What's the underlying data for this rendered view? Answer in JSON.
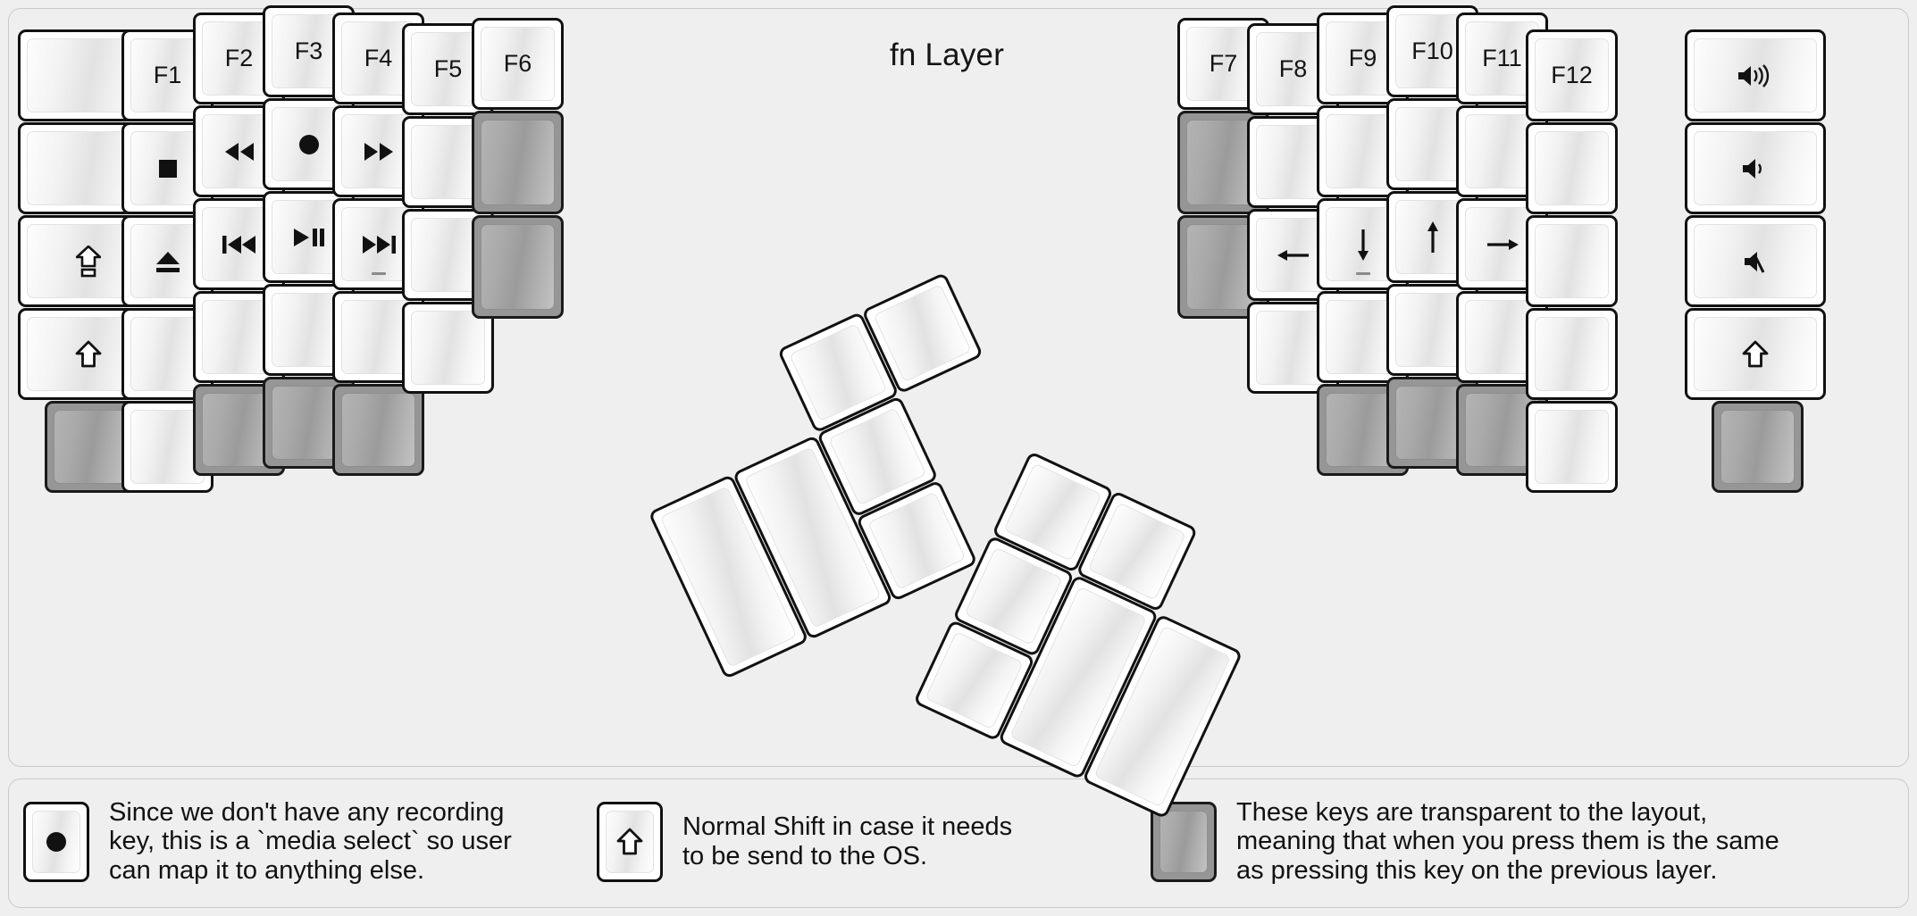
{
  "title": "fn Layer",
  "colors": {
    "background": "#efefef",
    "key_border": "#111111",
    "key_face_light": "#ffffff",
    "key_face_shade": "#e2e2e2",
    "transparent_key": "#969696",
    "text": "#141414"
  },
  "left_half": {
    "columns": [
      {
        "name": "col-outer-left",
        "keys": [
          {
            "label": "",
            "icon": "blank",
            "transparent": false
          },
          {
            "label": "",
            "icon": "blank",
            "transparent": false
          },
          {
            "label": "",
            "icon": "caps-lock",
            "transparent": false
          },
          {
            "label": "",
            "icon": "shift",
            "transparent": false
          },
          {
            "label": "",
            "icon": "blank",
            "transparent": true
          }
        ]
      },
      {
        "name": "col-pinky",
        "keys": [
          {
            "label": "F1",
            "icon": "text",
            "transparent": false
          },
          {
            "label": "",
            "icon": "media-stop",
            "transparent": false
          },
          {
            "label": "",
            "icon": "eject",
            "transparent": false
          },
          {
            "label": "",
            "icon": "blank",
            "transparent": false
          },
          {
            "label": "",
            "icon": "blank",
            "transparent": false
          }
        ]
      },
      {
        "name": "col-ring",
        "keys": [
          {
            "label": "F2",
            "icon": "text",
            "transparent": false
          },
          {
            "label": "",
            "icon": "rewind",
            "transparent": false
          },
          {
            "label": "",
            "icon": "prev-track",
            "transparent": false
          },
          {
            "label": "",
            "icon": "blank",
            "transparent": false
          },
          {
            "label": "",
            "icon": "blank",
            "transparent": true
          }
        ]
      },
      {
        "name": "col-middle",
        "keys": [
          {
            "label": "F3",
            "icon": "text",
            "transparent": false
          },
          {
            "label": "",
            "icon": "record",
            "transparent": false
          },
          {
            "label": "",
            "icon": "play-pause",
            "transparent": false
          },
          {
            "label": "",
            "icon": "blank",
            "transparent": false
          },
          {
            "label": "",
            "icon": "blank",
            "transparent": true
          }
        ]
      },
      {
        "name": "col-index",
        "keys": [
          {
            "label": "F4",
            "icon": "text",
            "transparent": false
          },
          {
            "label": "",
            "icon": "fast-forward",
            "transparent": false
          },
          {
            "label": "",
            "icon": "next-track",
            "transparent": false,
            "submark": true
          },
          {
            "label": "",
            "icon": "blank",
            "transparent": false
          },
          {
            "label": "",
            "icon": "blank",
            "transparent": true
          }
        ]
      },
      {
        "name": "col-inner-1",
        "keys": [
          {
            "label": "F5",
            "icon": "text",
            "transparent": false
          },
          {
            "label": "",
            "icon": "blank",
            "transparent": false
          },
          {
            "label": "",
            "icon": "blank",
            "transparent": false
          },
          {
            "label": "",
            "icon": "blank",
            "transparent": false
          }
        ]
      },
      {
        "name": "col-inner-2",
        "keys": [
          {
            "label": "F6",
            "icon": "text",
            "transparent": false
          },
          {
            "label": "",
            "icon": "blank",
            "transparent": true
          },
          {
            "label": "",
            "icon": "blank",
            "transparent": true
          }
        ]
      }
    ]
  },
  "right_half": {
    "columns": [
      {
        "name": "col-inner-2",
        "keys": [
          {
            "label": "F7",
            "icon": "text",
            "transparent": false
          },
          {
            "label": "",
            "icon": "blank",
            "transparent": true
          },
          {
            "label": "",
            "icon": "blank",
            "transparent": true
          }
        ]
      },
      {
        "name": "col-inner-1",
        "keys": [
          {
            "label": "F8",
            "icon": "text",
            "transparent": false
          },
          {
            "label": "",
            "icon": "blank",
            "transparent": false
          },
          {
            "label": "",
            "icon": "arrow-left",
            "transparent": false
          },
          {
            "label": "",
            "icon": "blank",
            "transparent": false
          }
        ]
      },
      {
        "name": "col-index",
        "keys": [
          {
            "label": "F9",
            "icon": "text",
            "transparent": false
          },
          {
            "label": "",
            "icon": "blank",
            "transparent": false
          },
          {
            "label": "",
            "icon": "arrow-down",
            "transparent": false,
            "submark": true
          },
          {
            "label": "",
            "icon": "blank",
            "transparent": false
          },
          {
            "label": "",
            "icon": "blank",
            "transparent": true
          }
        ]
      },
      {
        "name": "col-middle",
        "keys": [
          {
            "label": "F10",
            "icon": "text",
            "transparent": false
          },
          {
            "label": "",
            "icon": "blank",
            "transparent": false
          },
          {
            "label": "",
            "icon": "arrow-up",
            "transparent": false
          },
          {
            "label": "",
            "icon": "blank",
            "transparent": false
          },
          {
            "label": "",
            "icon": "blank",
            "transparent": true
          }
        ]
      },
      {
        "name": "col-ring",
        "keys": [
          {
            "label": "F11",
            "icon": "text",
            "transparent": false
          },
          {
            "label": "",
            "icon": "blank",
            "transparent": false
          },
          {
            "label": "",
            "icon": "arrow-right",
            "transparent": false
          },
          {
            "label": "",
            "icon": "blank",
            "transparent": false
          },
          {
            "label": "",
            "icon": "blank",
            "transparent": true
          }
        ]
      },
      {
        "name": "col-pinky",
        "keys": [
          {
            "label": "F12",
            "icon": "text",
            "transparent": false
          },
          {
            "label": "",
            "icon": "blank",
            "transparent": false
          },
          {
            "label": "",
            "icon": "blank",
            "transparent": false
          },
          {
            "label": "",
            "icon": "blank",
            "transparent": false
          },
          {
            "label": "",
            "icon": "blank",
            "transparent": false
          }
        ]
      },
      {
        "name": "col-outer-right",
        "keys": [
          {
            "label": "",
            "icon": "volume-up",
            "transparent": false
          },
          {
            "label": "",
            "icon": "volume-down",
            "transparent": false
          },
          {
            "label": "",
            "icon": "volume-mute",
            "transparent": false
          },
          {
            "label": "",
            "icon": "shift",
            "transparent": false
          },
          {
            "label": "",
            "icon": "blank",
            "transparent": true
          }
        ]
      }
    ]
  },
  "thumb_clusters": {
    "left": [
      {
        "name": "thumb-key-1",
        "icon": "blank"
      },
      {
        "name": "thumb-key-2",
        "icon": "blank"
      },
      {
        "name": "thumb-key-3",
        "icon": "blank"
      },
      {
        "name": "thumb-key-4",
        "icon": "blank"
      },
      {
        "name": "thumb-key-5",
        "icon": "blank"
      },
      {
        "name": "thumb-key-6",
        "icon": "blank"
      }
    ],
    "right": [
      {
        "name": "thumb-key-1",
        "icon": "blank"
      },
      {
        "name": "thumb-key-2",
        "icon": "blank"
      },
      {
        "name": "thumb-key-3",
        "icon": "blank"
      },
      {
        "name": "thumb-key-4",
        "icon": "blank"
      },
      {
        "name": "thumb-key-5",
        "icon": "blank"
      },
      {
        "name": "thumb-key-6",
        "icon": "blank"
      }
    ]
  },
  "notes": [
    {
      "icon": "record",
      "text": "Since we don't have any recording\nkey, this is a `media select` so user\ncan map it to anything else."
    },
    {
      "icon": "shift",
      "text": "Normal Shift in case it needs\nto be send to the OS."
    },
    {
      "icon": "blank-transparent",
      "text": "These keys are transparent to the layout,\nmeaning that when you press them is the same\nas pressing this key on the previous layer."
    }
  ]
}
